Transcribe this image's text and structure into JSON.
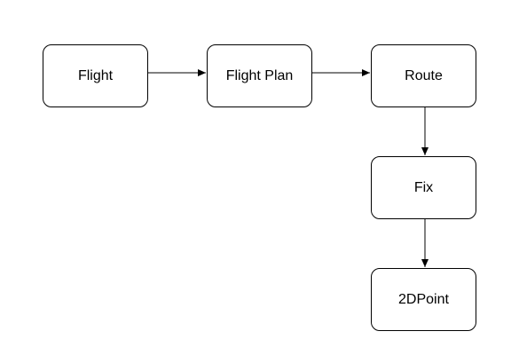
{
  "nodes": {
    "flight": "Flight",
    "flight_plan": "Flight Plan",
    "route": "Route",
    "fix": "Fix",
    "point_2d": "2DPoint"
  },
  "edges": [
    {
      "from": "Flight",
      "to": "Flight Plan"
    },
    {
      "from": "Flight Plan",
      "to": "Route"
    },
    {
      "from": "Route",
      "to": "Fix"
    },
    {
      "from": "Fix",
      "to": "2DPoint"
    }
  ],
  "colors": {
    "stroke": "#000000",
    "background": "#ffffff"
  }
}
